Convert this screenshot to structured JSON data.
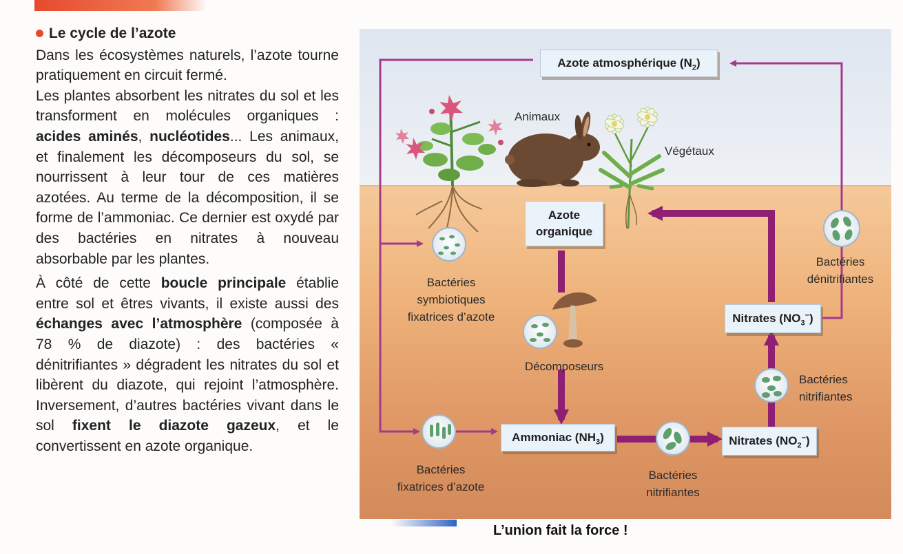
{
  "text": {
    "title": "Le cycle de l’azote",
    "p1": "Dans les écosystèmes naturels, l’azote tourne pratiquement en circuit fermé.",
    "p2_start": "Les plantes absorbent les nitrates du sol et les transforment en molécules organiques :",
    "p2_bold1": "acides aminés",
    "p2_comma": ",",
    "p2_bold2": "nucléotides",
    "p2_end": "... Les animaux, et finalement les décomposeurs du sol, se nourrissent à leur tour de ces matières azotées. Au terme de la décomposition, il se forme de l’ammoniac. Ce dernier est oxydé par des bactéries en nitrates à nouveau absorbable par les plantes.",
    "p3_a": "À côté de cette",
    "p3_bold1": "boucle principale",
    "p3_b": "établie entre sol et êtres vivants, il existe aussi des",
    "p3_bold2": "échanges avec l’atmosphère",
    "p3_c": "(composée à 78 % de diazote) : des bactéries « dénitrifiantes » dégradent les nitrates du sol et libèrent du diazote, qui rejoint l’atmosphère. Inversement, d’autres bactéries vivant dans le sol",
    "p3_bold3": "fixent le diazote gazeux",
    "p3_d": ", et le convertissent en azote organique."
  },
  "diagram": {
    "box_n2_text": "Azote atmosphérique (N",
    "box_n2_sub": "2",
    "box_n2_close": ")",
    "box_org_line1": "Azote",
    "box_org_line2": "organique",
    "box_nh3_text": "Ammoniac (NH",
    "box_nh3_sub": "3",
    "box_nh3_close": ")",
    "box_no3_text": "Nitrates (NO",
    "box_no3_sub": "3",
    "box_no3_sup": "−",
    "box_no3_close": ")",
    "box_no2_text": "Nitrates (NO",
    "box_no2_sub": "2",
    "box_no2_sup": "−",
    "box_no2_close": ")",
    "label_animaux": "Animaux",
    "label_vegetaux": "Végétaux",
    "label_symb_1": "Bactéries",
    "label_symb_2": "symbiotiques",
    "label_symb_3": "fixatrices d’azote",
    "label_decomp": "Décomposeurs",
    "label_fix_1": "Bactéries",
    "label_fix_2": "fixatrices d’azote",
    "label_nitri_bottom_1": "Bactéries",
    "label_nitri_bottom_2": "nitrifiantes",
    "label_nitri_right_1": "Bactéries",
    "label_nitri_right_2": "nitrifiantes",
    "label_denitri_1": "Bactéries",
    "label_denitri_2": "dénitrifiantes"
  },
  "caption": {
    "bottom": "L’union fait la force !"
  },
  "colors": {
    "arrow_thick": "#8e1f72",
    "arrow_thin": "#a53a8c",
    "accent_bullet": "#e64a2e",
    "box_fill": "#eaf2fa"
  }
}
